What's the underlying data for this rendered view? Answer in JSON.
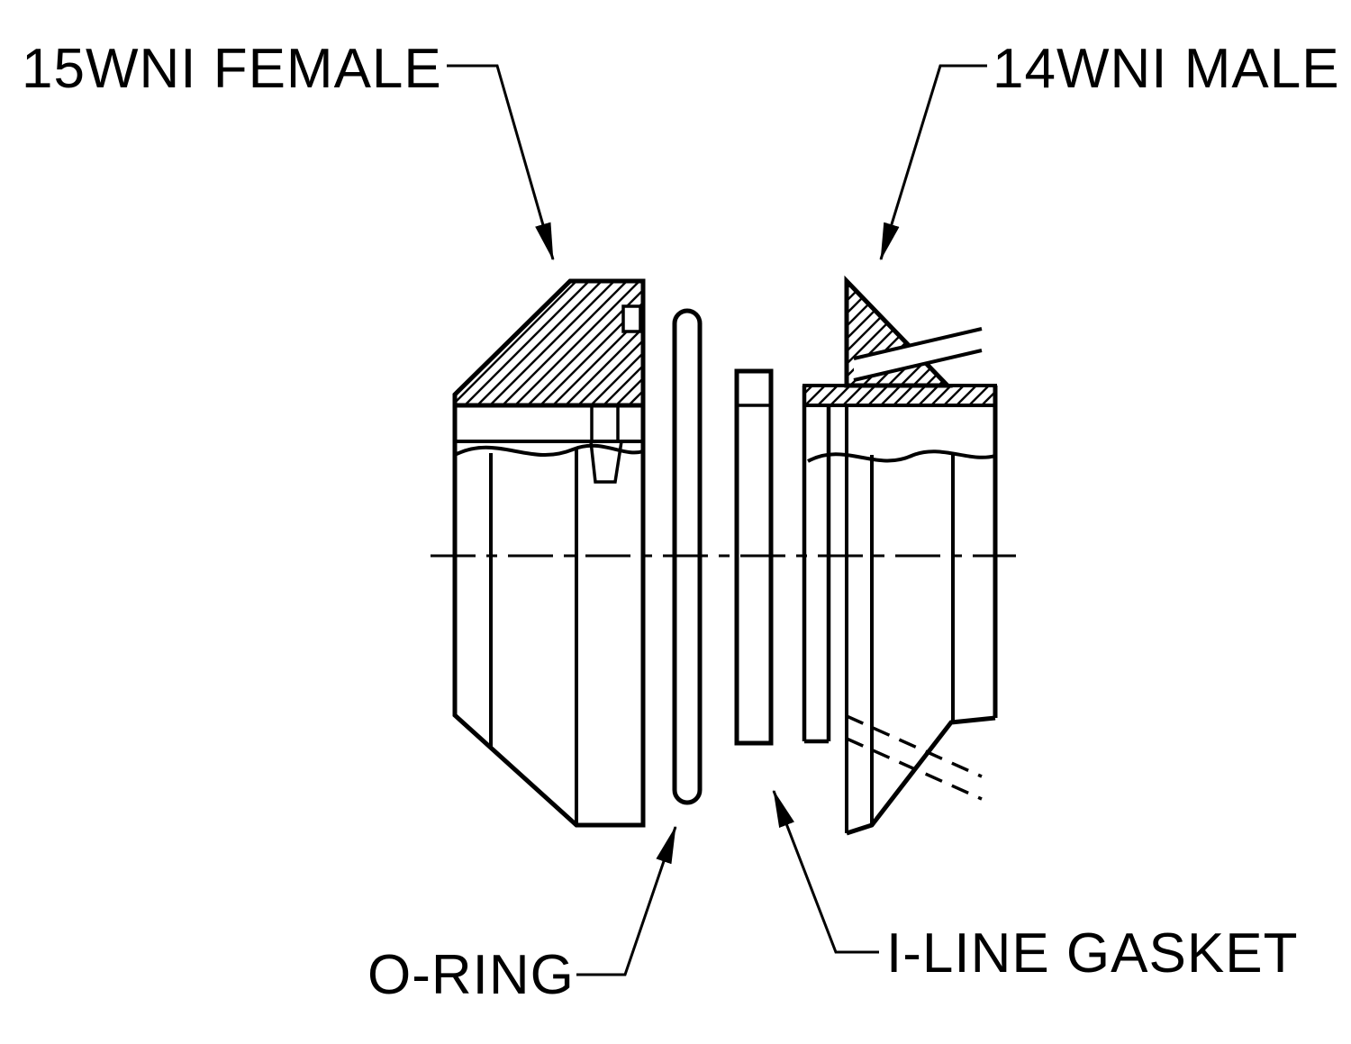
{
  "labels": {
    "female_fitting": "15WNI FEMALE",
    "male_fitting": "14WNI MALE",
    "o_ring": "O-RING",
    "i_line_gasket": "I-LINE GASKET"
  },
  "colors": {
    "line": "#000000",
    "background": "#ffffff"
  }
}
